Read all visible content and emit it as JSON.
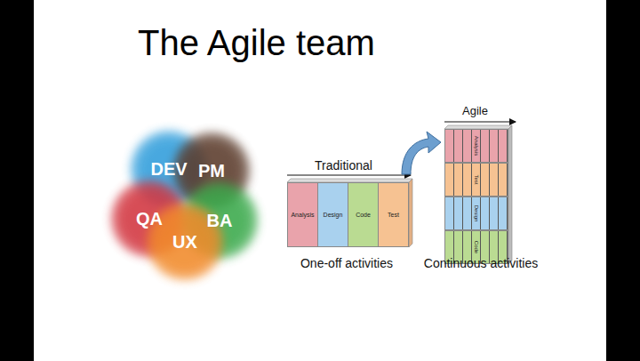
{
  "diagram": {
    "title": "The Agile team",
    "nodes": [
      {
        "text": [
          "DEV"
        ]
      },
      {
        "text": [
          "PM"
        ]
      },
      {
        "text": [
          "QA"
        ]
      },
      {
        "text": [
          "BA"
        ]
      },
      {
        "text": [
          "UX"
        ]
      },
      {
        "text": [
          "Analysis"
        ]
      },
      {
        "text": [
          "Design"
        ]
      },
      {
        "text": [
          "Code"
        ]
      },
      {
        "text": [
          "Test"
        ]
      },
      {
        "text": [
          "Analysis"
        ]
      },
      {
        "text": [
          "Test"
        ]
      },
      {
        "text": [
          "Design"
        ]
      },
      {
        "text": [
          "Code"
        ]
      }
    ],
    "labels": [
      "Traditional",
      "One-off activities",
      "Agile",
      "Continuous activities"
    ]
  }
}
